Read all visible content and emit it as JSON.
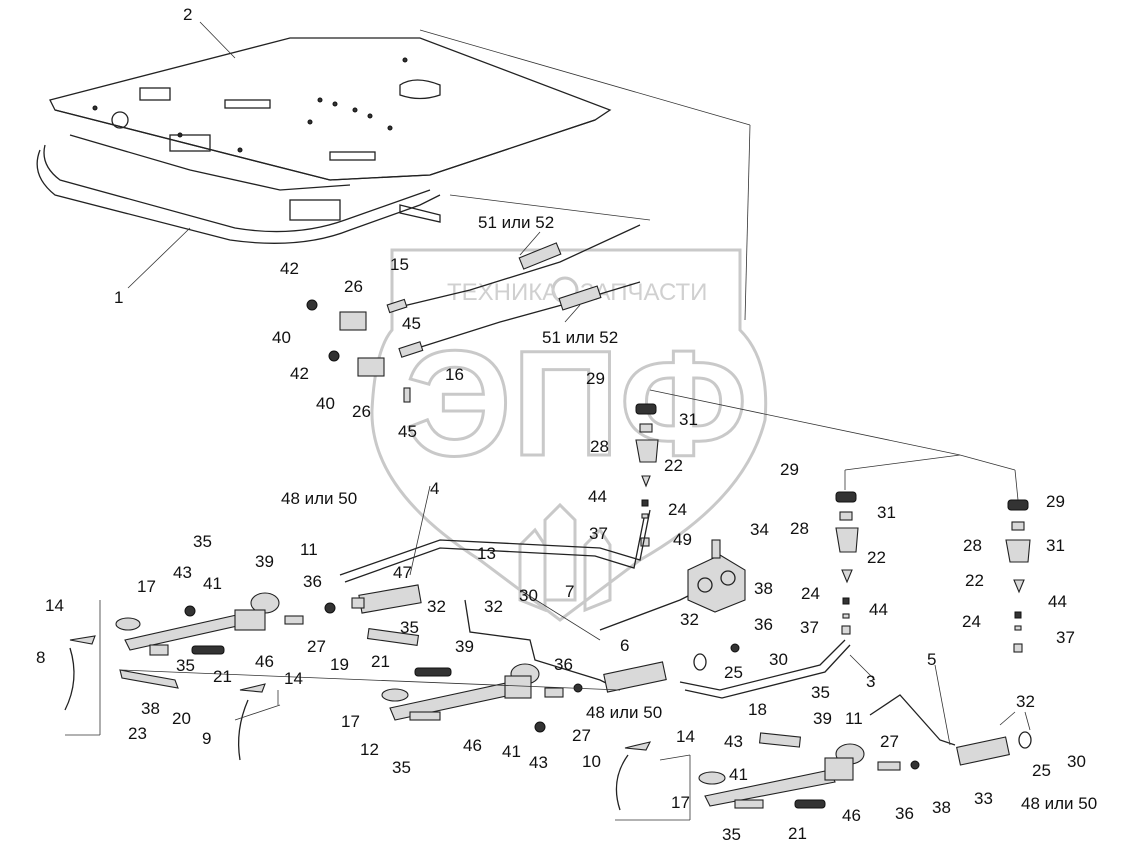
{
  "watermark": {
    "logo_text": "ЭПФ",
    "left_text": "ТЕХНИКА",
    "right_text": "ЗАПЧАСТИ"
  },
  "callouts": [
    {
      "id": "c2",
      "text": "2"
    },
    {
      "id": "c1",
      "text": "1"
    },
    {
      "id": "c51a",
      "text": "51 или 52"
    },
    {
      "id": "c51b",
      "text": "51 или 52"
    },
    {
      "id": "c15",
      "text": "15"
    },
    {
      "id": "c42a",
      "text": "42"
    },
    {
      "id": "c26a",
      "text": "26"
    },
    {
      "id": "c40a",
      "text": "40"
    },
    {
      "id": "c45a",
      "text": "45"
    },
    {
      "id": "c42b",
      "text": "42"
    },
    {
      "id": "c16",
      "text": "16"
    },
    {
      "id": "c40b",
      "text": "40"
    },
    {
      "id": "c26b",
      "text": "26"
    },
    {
      "id": "c45b",
      "text": "45"
    },
    {
      "id": "c29a",
      "text": "29"
    },
    {
      "id": "c31a",
      "text": "31"
    },
    {
      "id": "c28a",
      "text": "28"
    },
    {
      "id": "c22a",
      "text": "22"
    },
    {
      "id": "c44a",
      "text": "44"
    },
    {
      "id": "c24a",
      "text": "24"
    },
    {
      "id": "c37a",
      "text": "37"
    },
    {
      "id": "c4",
      "text": "4"
    },
    {
      "id": "c48a",
      "text": "48 или 50"
    },
    {
      "id": "c35a",
      "text": "35"
    },
    {
      "id": "c39a",
      "text": "39"
    },
    {
      "id": "c11a",
      "text": "11"
    },
    {
      "id": "c13",
      "text": "13"
    },
    {
      "id": "c49",
      "text": "49"
    },
    {
      "id": "c34",
      "text": "34"
    },
    {
      "id": "c29b",
      "text": "29"
    },
    {
      "id": "c31b",
      "text": "31"
    },
    {
      "id": "c28b",
      "text": "28"
    },
    {
      "id": "c22b",
      "text": "22"
    },
    {
      "id": "c29c",
      "text": "29"
    },
    {
      "id": "c31c",
      "text": "31"
    },
    {
      "id": "c28c",
      "text": "28"
    },
    {
      "id": "c22c",
      "text": "22"
    },
    {
      "id": "c17a",
      "text": "17"
    },
    {
      "id": "c43a",
      "text": "43"
    },
    {
      "id": "c41a",
      "text": "41"
    },
    {
      "id": "c36a",
      "text": "36"
    },
    {
      "id": "c47",
      "text": "47"
    },
    {
      "id": "c32a",
      "text": "32"
    },
    {
      "id": "c32b",
      "text": "32"
    },
    {
      "id": "c30a",
      "text": "30"
    },
    {
      "id": "c7",
      "text": "7"
    },
    {
      "id": "c38a",
      "text": "38"
    },
    {
      "id": "c24b",
      "text": "24"
    },
    {
      "id": "c44b",
      "text": "44"
    },
    {
      "id": "c44c",
      "text": "44"
    },
    {
      "id": "c14a",
      "text": "14"
    },
    {
      "id": "c35b",
      "text": "35"
    },
    {
      "id": "c39b",
      "text": "39"
    },
    {
      "id": "c32c",
      "text": "32"
    },
    {
      "id": "c36b",
      "text": "36"
    },
    {
      "id": "c37b",
      "text": "37"
    },
    {
      "id": "c24c",
      "text": "24"
    },
    {
      "id": "c37c",
      "text": "37"
    },
    {
      "id": "c8",
      "text": "8"
    },
    {
      "id": "c27a",
      "text": "27"
    },
    {
      "id": "c6",
      "text": "6"
    },
    {
      "id": "c35c",
      "text": "35"
    },
    {
      "id": "c46a",
      "text": "46"
    },
    {
      "id": "c19",
      "text": "19"
    },
    {
      "id": "c21a",
      "text": "21"
    },
    {
      "id": "c36c",
      "text": "36"
    },
    {
      "id": "c25a",
      "text": "25"
    },
    {
      "id": "c30b",
      "text": "30"
    },
    {
      "id": "c14b",
      "text": "14"
    },
    {
      "id": "c3",
      "text": "3"
    },
    {
      "id": "c5",
      "text": "5"
    },
    {
      "id": "c38b",
      "text": "38"
    },
    {
      "id": "c23",
      "text": "23"
    },
    {
      "id": "c20",
      "text": "20"
    },
    {
      "id": "c48b",
      "text": "48 или 50"
    },
    {
      "id": "c35d",
      "text": "35"
    },
    {
      "id": "c18",
      "text": "18"
    },
    {
      "id": "c39c",
      "text": "39"
    },
    {
      "id": "c11b",
      "text": "11"
    },
    {
      "id": "c32d",
      "text": "32"
    },
    {
      "id": "c9",
      "text": "9"
    },
    {
      "id": "c17b",
      "text": "17"
    },
    {
      "id": "c12",
      "text": "12"
    },
    {
      "id": "c46b",
      "text": "46"
    },
    {
      "id": "c41b",
      "text": "41"
    },
    {
      "id": "c27b",
      "text": "27"
    },
    {
      "id": "c43b",
      "text": "43"
    },
    {
      "id": "c43c",
      "text": "43"
    },
    {
      "id": "c14c",
      "text": "14"
    },
    {
      "id": "c27c",
      "text": "27"
    },
    {
      "id": "c25b",
      "text": "25"
    },
    {
      "id": "c30c",
      "text": "30"
    },
    {
      "id": "c35e",
      "text": "35"
    },
    {
      "id": "c10",
      "text": "10"
    },
    {
      "id": "c41c",
      "text": "41"
    },
    {
      "id": "c17c",
      "text": "17"
    },
    {
      "id": "c46c",
      "text": "46"
    },
    {
      "id": "c36d",
      "text": "36"
    },
    {
      "id": "c38c",
      "text": "38"
    },
    {
      "id": "c33",
      "text": "33"
    },
    {
      "id": "c48c",
      "text": "48 или 50"
    },
    {
      "id": "c35f",
      "text": "35"
    },
    {
      "id": "c21b",
      "text": "21"
    },
    {
      "id": "c21c",
      "text": "21"
    }
  ]
}
